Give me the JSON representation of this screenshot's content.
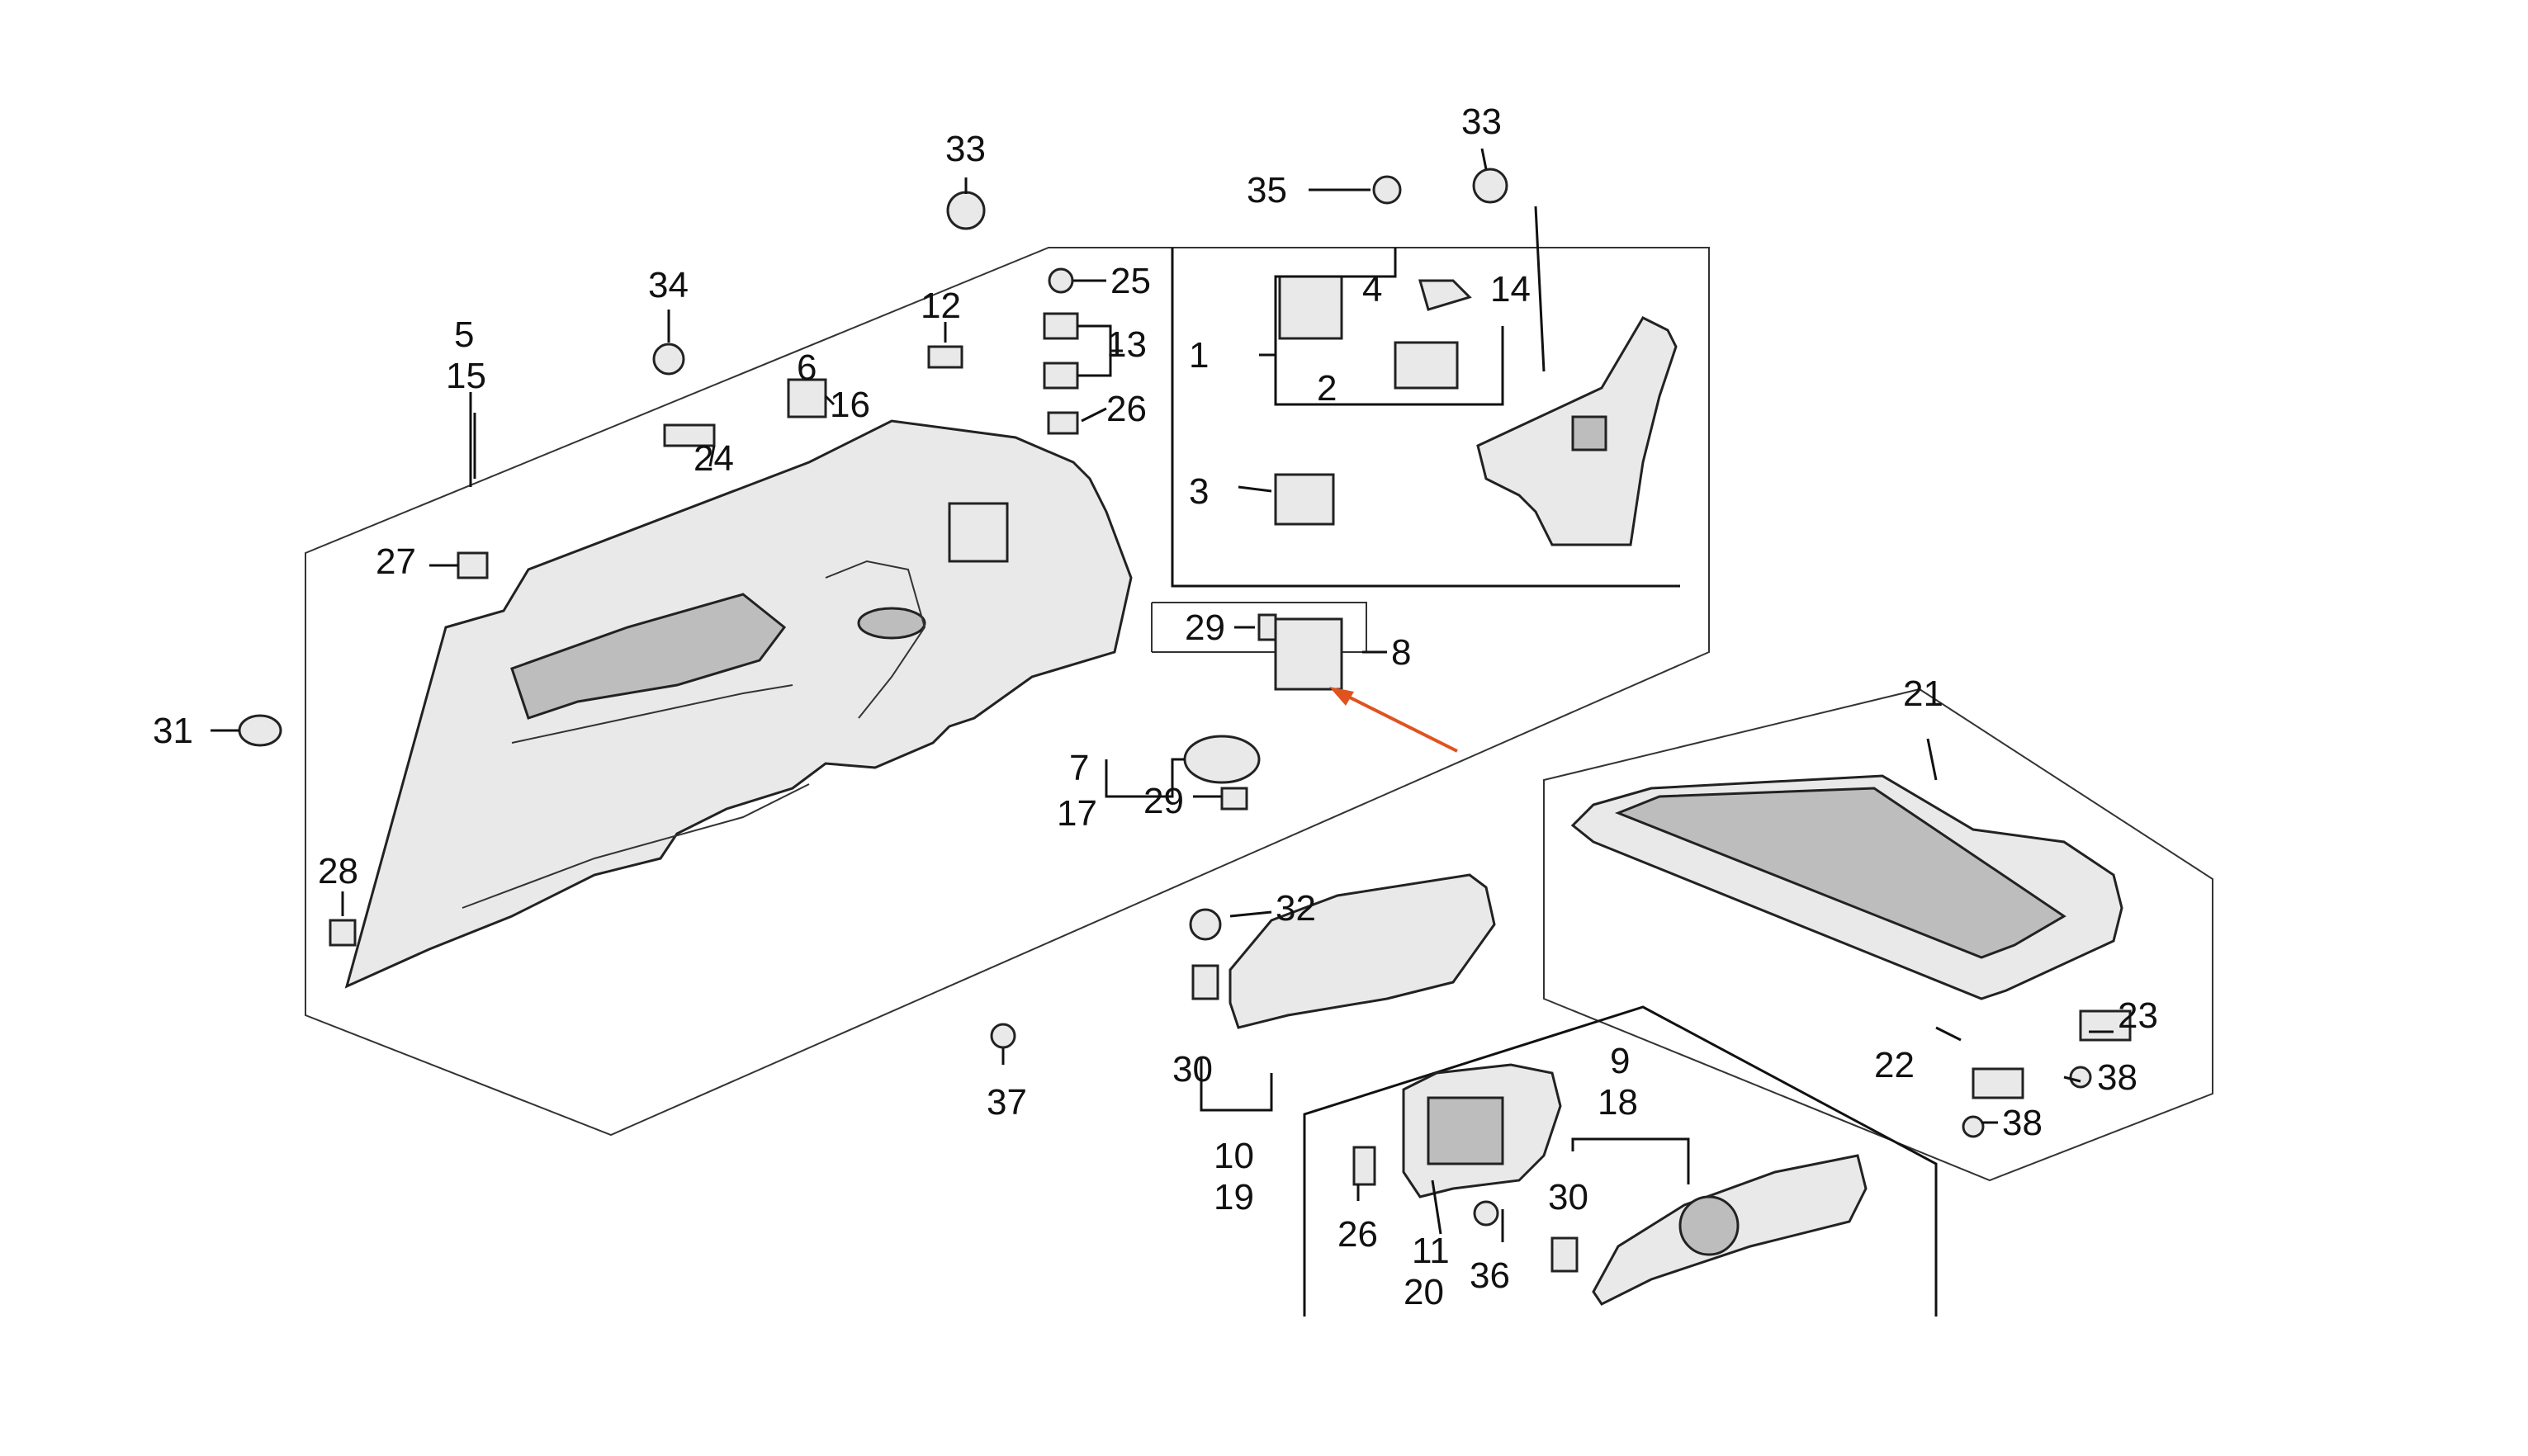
{
  "diagram": {
    "labels": {
      "l1": "1",
      "l2": "2",
      "l3": "3",
      "l4": "4",
      "l5": "5",
      "l6": "6",
      "l7": "7",
      "l8": "8",
      "l9": "9",
      "l10": "10",
      "l11": "11",
      "l12": "12",
      "l13": "13",
      "l14": "14",
      "l15": "15",
      "l16": "16",
      "l17": "17",
      "l18": "18",
      "l19": "19",
      "l20": "20",
      "l21": "21",
      "l22": "22",
      "l23": "23",
      "l24": "24",
      "l25": "25",
      "l26a": "26",
      "l26b": "26",
      "l27": "27",
      "l28": "28",
      "l29a": "29",
      "l29b": "29",
      "l30a": "30",
      "l30b": "30",
      "l31": "31",
      "l32": "32",
      "l33a": "33",
      "l33b": "33",
      "l34": "34",
      "l35": "35",
      "l36": "36",
      "l37": "37",
      "l38a": "38",
      "l38b": "38"
    },
    "colors": {
      "line": "#111111",
      "highlight_arrow": "#e0531f"
    }
  }
}
